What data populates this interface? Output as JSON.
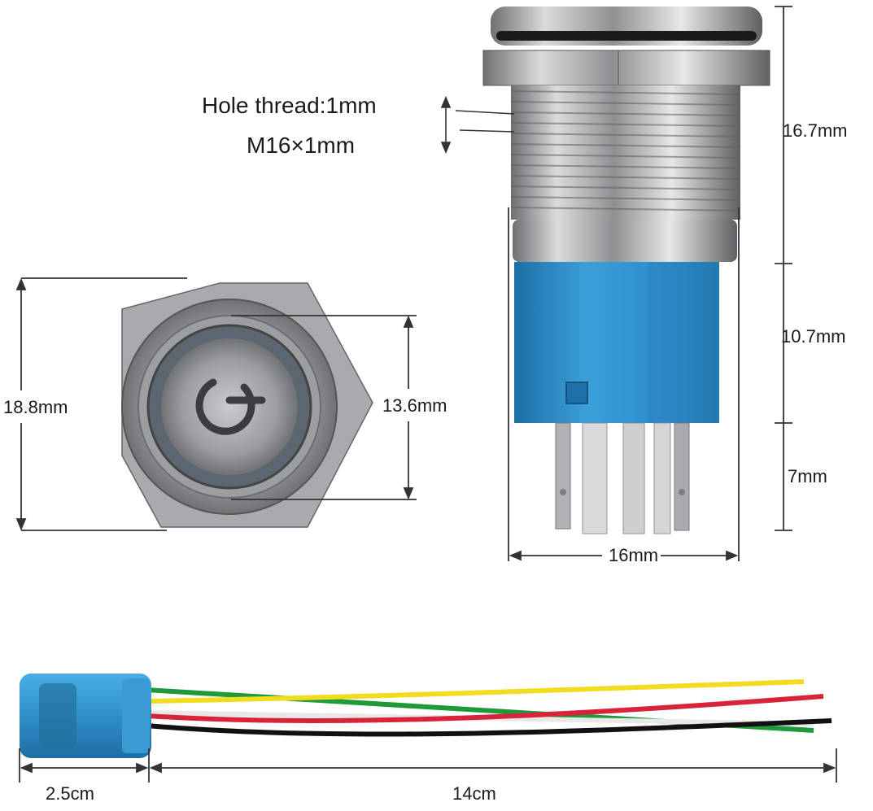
{
  "labels": {
    "hole_thread": "Hole thread:1mm",
    "thread_spec": "M16×1mm",
    "height_top": "16.7mm",
    "height_mid": "10.7mm",
    "height_pins": "7mm",
    "body_width": "16mm",
    "outer_diameter": "18.8mm",
    "ring_diameter": "13.6mm",
    "connector_length": "2.5cm",
    "cable_length": "14cm"
  },
  "colors": {
    "connector_blue": "#2f8fc9",
    "body_blue": "#2a8ccb",
    "metal": "#b7b9bc",
    "wire_yellow": "#f2dc1f",
    "wire_red": "#d8243a",
    "wire_black": "#111111",
    "wire_green": "#1f9a3a",
    "wire_white": "#f4f4f4"
  }
}
